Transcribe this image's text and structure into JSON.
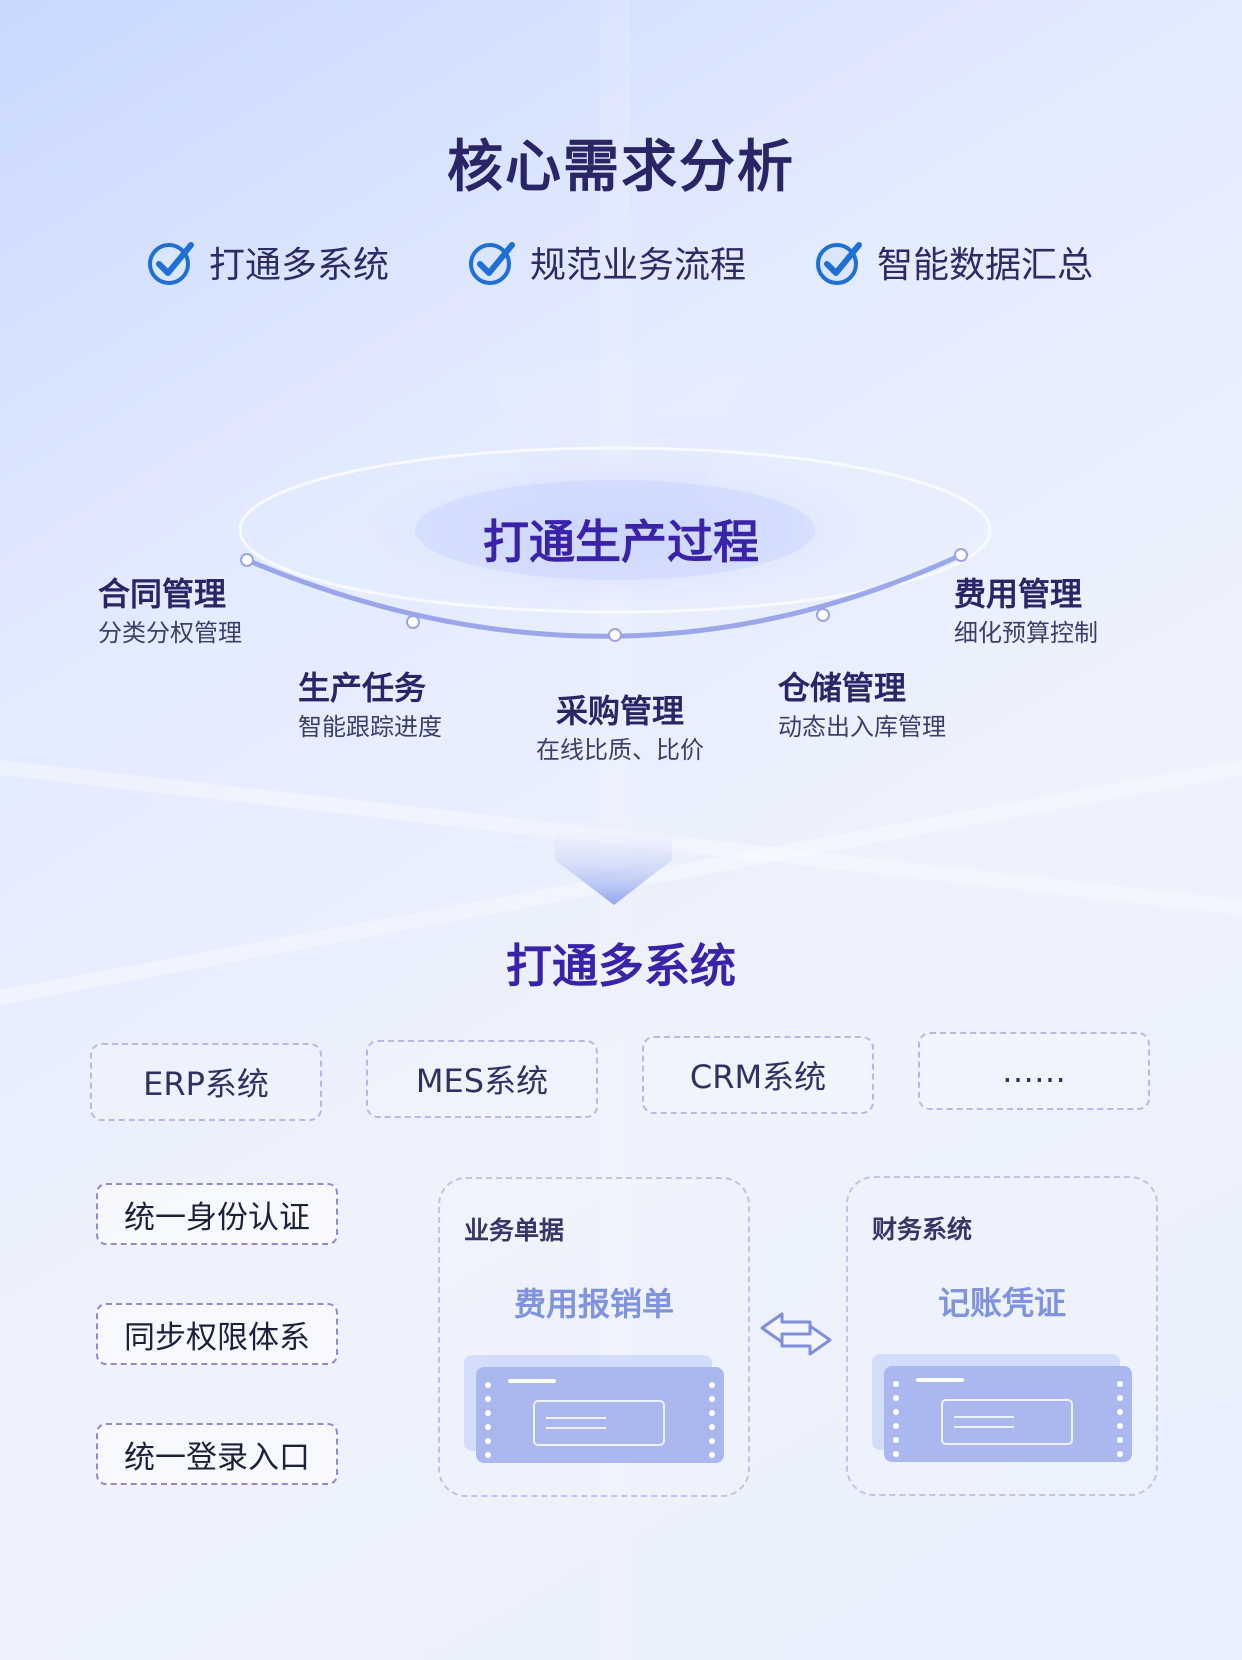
{
  "title": "核心需求分析",
  "requirements": [
    {
      "label": "打通多系统",
      "icon": "check-badge-icon"
    },
    {
      "label": "规范业务流程",
      "icon": "check-badge-icon"
    },
    {
      "label": "智能数据汇总",
      "icon": "check-badge-icon"
    }
  ],
  "hub": {
    "title": "打通生产过程",
    "nodes": [
      {
        "title": "合同管理",
        "desc": "分类分权管理"
      },
      {
        "title": "生产任务",
        "desc": "智能跟踪进度"
      },
      {
        "title": "采购管理",
        "desc": "在线比质、比价"
      },
      {
        "title": "仓储管理",
        "desc": "动态出入库管理"
      },
      {
        "title": "费用管理",
        "desc": "细化预算控制"
      }
    ]
  },
  "systems": {
    "title": "打通多系统",
    "items": [
      "ERP系统",
      "MES系统",
      "CRM系统",
      "……"
    ]
  },
  "features": [
    "统一身份认证",
    "同步权限体系",
    "统一登录入口"
  ],
  "panels": [
    {
      "label": "业务单据",
      "doc": "费用报销单",
      "icon": "document-card-icon"
    },
    {
      "label": "财务系统",
      "doc": "记账凭证",
      "icon": "document-card-icon"
    }
  ],
  "colors": {
    "title": "#2a2566",
    "accent": "#3a23a8",
    "check": "#1f6fd6",
    "doc_text": "#7f93de",
    "card": "#aab8ef"
  }
}
